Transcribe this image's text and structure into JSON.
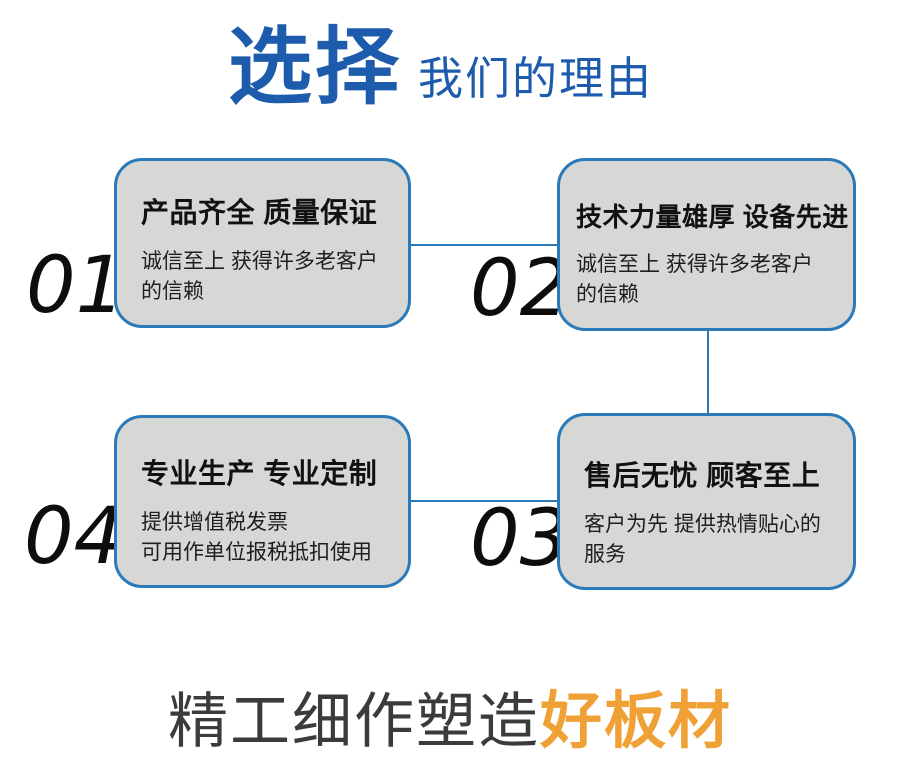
{
  "header": {
    "title_accent": "选择",
    "title_rest": "我们的理由"
  },
  "cards": [
    {
      "number": "01",
      "title": "产品齐全 质量保证",
      "desc": "诚信至上 获得许多老客户\n的信赖"
    },
    {
      "number": "02",
      "title": "技术力量雄厚 设备先进",
      "desc": "诚信至上 获得许多老客户\n的信赖"
    },
    {
      "number": "04",
      "title": "专业生产 专业定制",
      "desc": "提供增值税发票\n可用作单位报税抵扣使用"
    },
    {
      "number": "03",
      "title": "售后无忧 顾客至上",
      "desc": "客户为先 提供热情贴心的\n服务"
    }
  ],
  "footer": {
    "text_dark": "精工细作塑造",
    "text_accent": "好板材"
  },
  "colors": {
    "title_blue": "#1d5cad",
    "border_blue": "#2a79b8",
    "card_bg": "#d7d7d5",
    "accent_orange": "#efa136",
    "footer_dark": "#3b3b3b"
  }
}
